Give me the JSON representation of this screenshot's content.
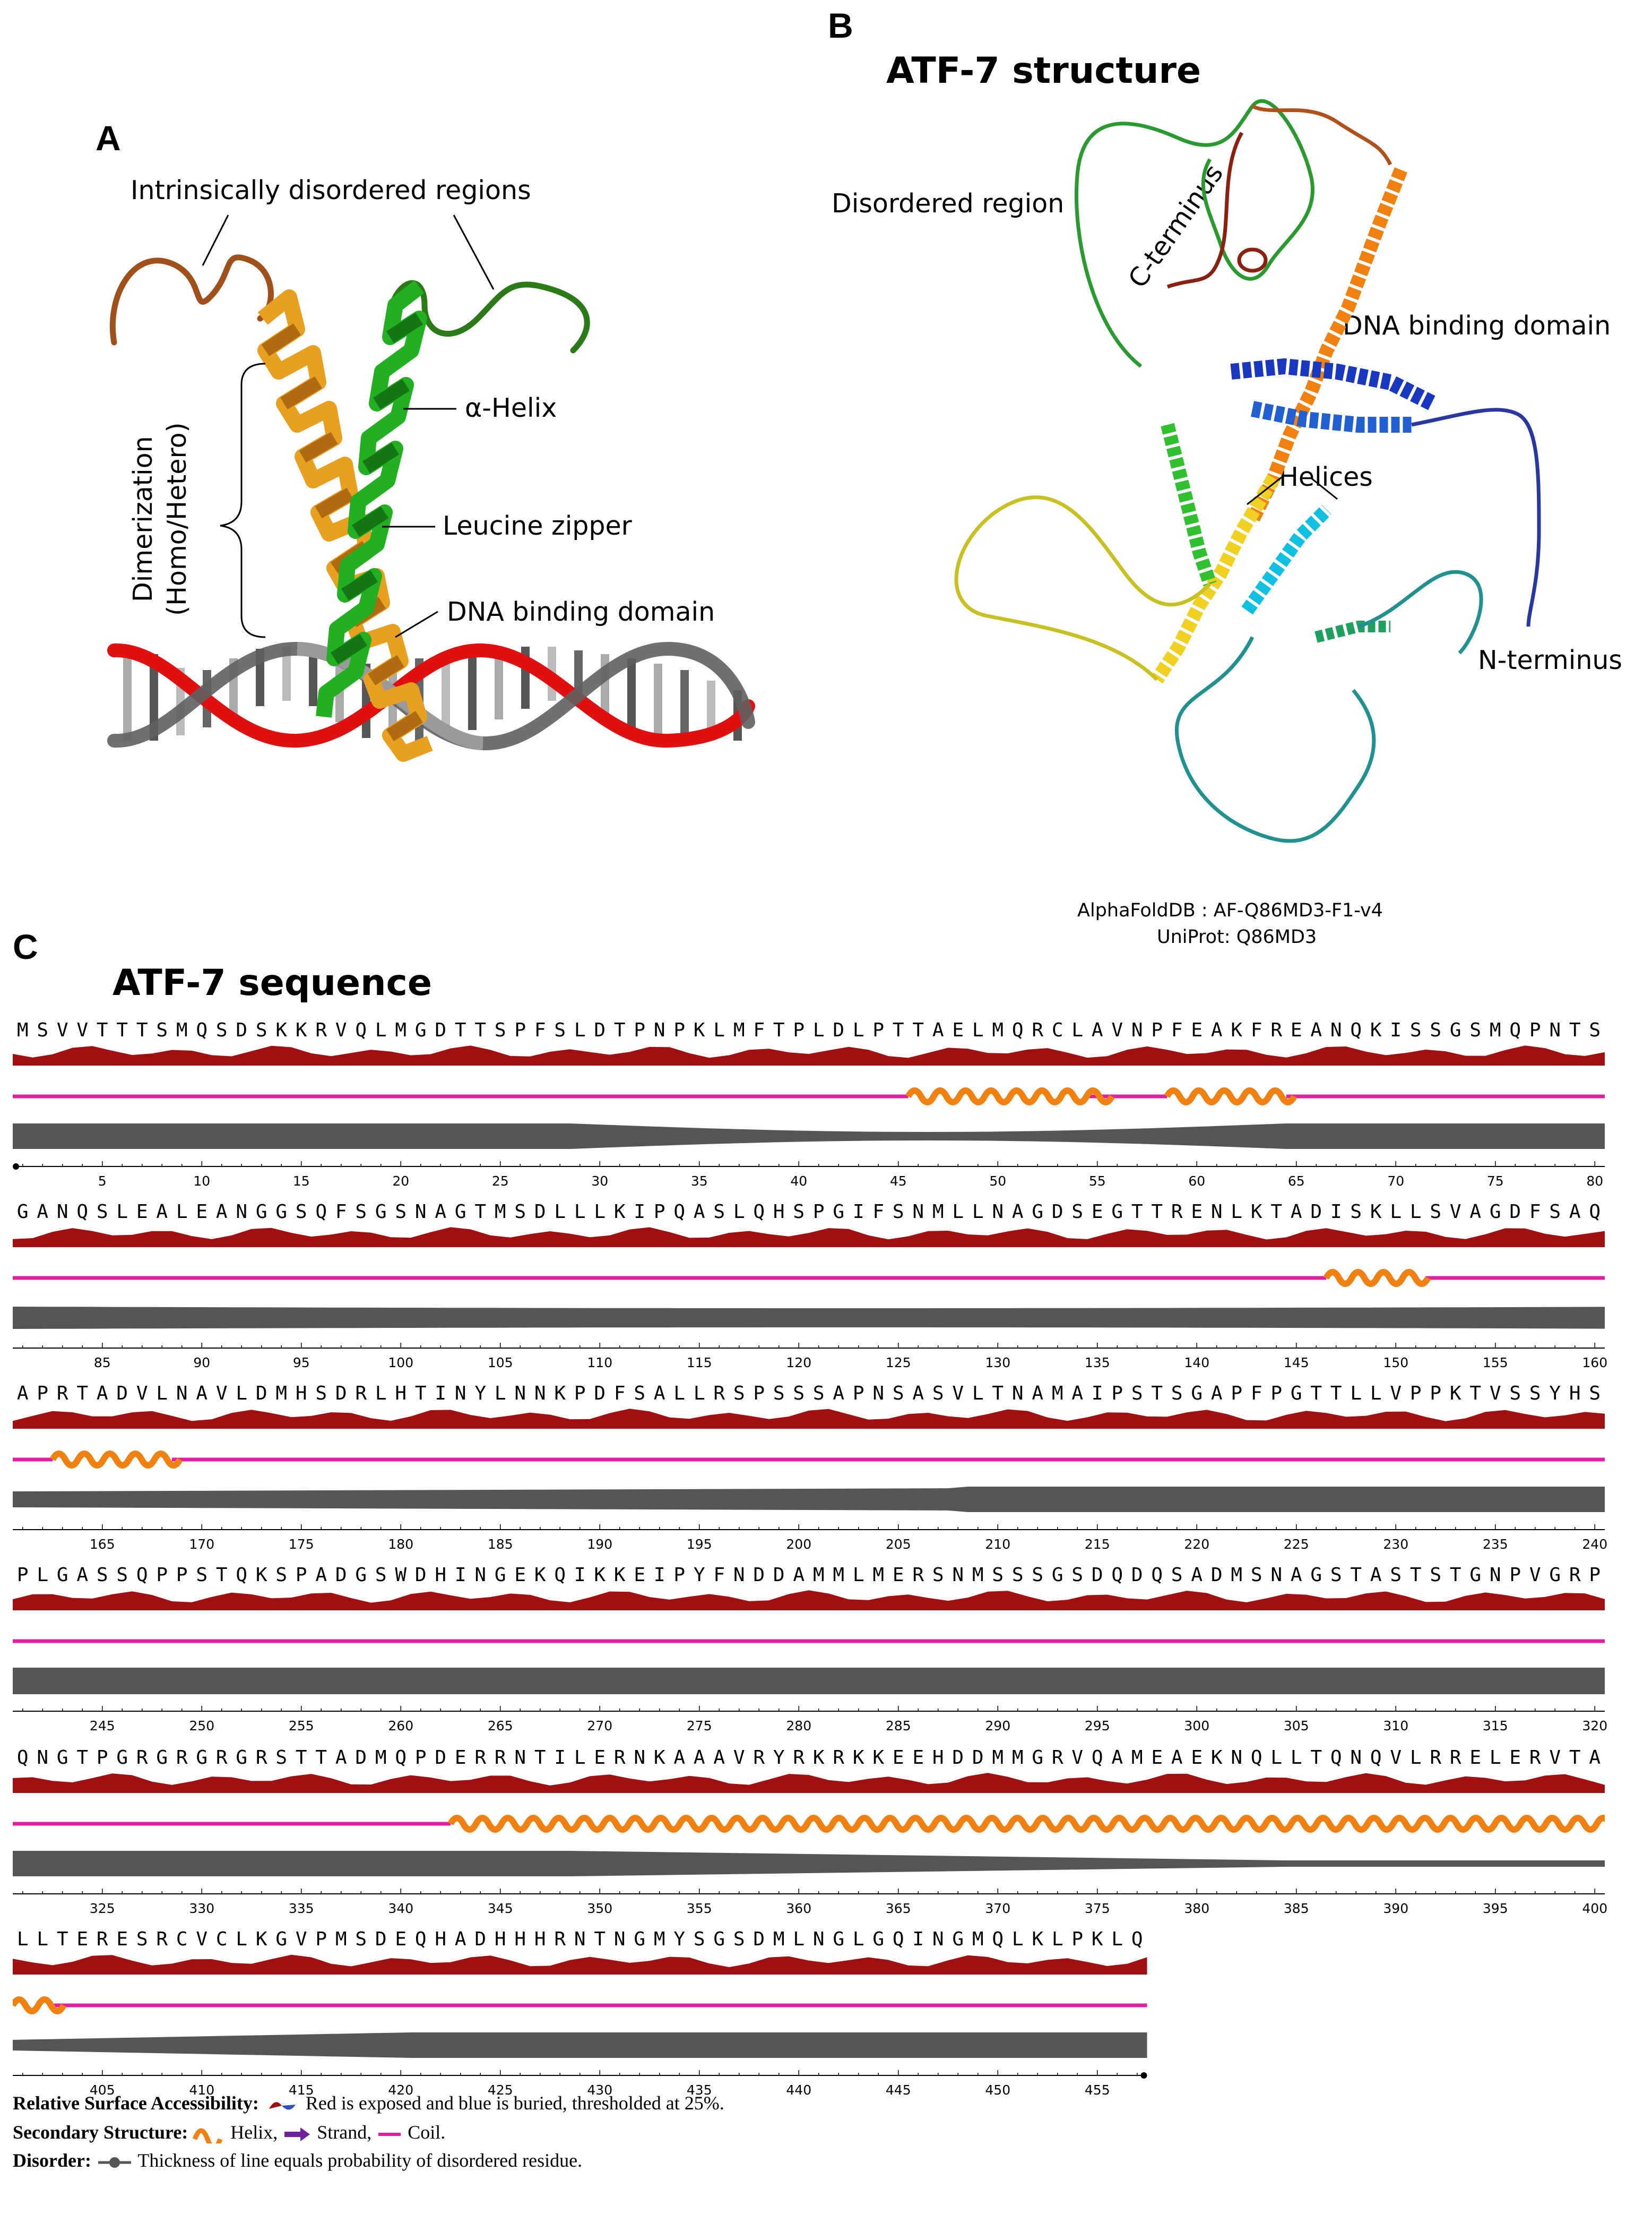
{
  "panel_a": {
    "letter": "A",
    "labels": {
      "idr": "Intrinsically disordered regions",
      "dimerization_line1": "Dimerization",
      "dimerization_line2": "(Homo/Hetero)",
      "helix": "α-Helix",
      "zipper": "Leucine zipper",
      "dbd": "DNA binding domain"
    },
    "colors": {
      "monomer1": "#e8a020",
      "monomer2": "#22b022",
      "disorder1": "#a0501a",
      "disorder2": "#2a7a18",
      "dna_red": "#e01010",
      "dna_grey": "#555555"
    }
  },
  "panel_b": {
    "letter": "B",
    "title": "ATF-7 structure",
    "labels": {
      "disordered": "Disordered region",
      "cterm": "C-terminus",
      "dbd": "DNA binding domain",
      "helices": "Helices",
      "nterm": "N-terminus"
    },
    "source_line1": "AlphaFoldDB : AF-Q86MD3-F1-v4",
    "source_line2": "UniProt: Q86MD3"
  },
  "panel_c": {
    "letter": "C",
    "title": "ATF-7 sequence",
    "rows": [
      {
        "seq": "MSVVTTTSMQSDSKKRVQLMGDTTSPFSLDTPNPKLMFTPLDLPTTAELMQRCLAVNPFEAKFREANQKISSGSMQPNTS",
        "ticks": [
          "5",
          "10",
          "15",
          "20",
          "25",
          "30",
          "35",
          "40",
          "45",
          "50",
          "55",
          "60",
          "65",
          "70",
          "75",
          "80"
        ],
        "helices": [
          [
            46,
            54
          ],
          [
            59,
            64
          ]
        ],
        "disorder_profile": "high_dip_mid",
        "start": 1
      },
      {
        "seq": "GANQSLEALEANGGSQFSGSNAGTMSDLLLKIPQASLQHSPGIFSNMLLNAGDSEGTTRENLKTADISKLLSVAGDFSAQ",
        "ticks": [
          "85",
          "90",
          "95",
          "100",
          "105",
          "110",
          "115",
          "120",
          "125",
          "130",
          "135",
          "140",
          "145",
          "150",
          "155",
          "160"
        ],
        "helices": [
          [
            147,
            151
          ]
        ],
        "disorder_profile": "high",
        "start": 81
      },
      {
        "seq": "APRTADVLNAVLDMHSDRLHTINYLNNKPDFSALLRSPSSSAPNSASVLTNAMAIPSTSGAPFPGTTLLVPPKTVSSYHS",
        "ticks": [
          "165",
          "170",
          "175",
          "180",
          "185",
          "190",
          "195",
          "200",
          "205",
          "210",
          "215",
          "220",
          "225",
          "230",
          "235",
          "240"
        ],
        "helices": [
          [
            163,
            168
          ]
        ],
        "disorder_profile": "rise",
        "start": 161
      },
      {
        "seq": "PLGASSQPPSTQKSPADGSWDHINGEKQIKKEIPYFNDDAMMLMERSNMSSSGSDQDQSADMSNAGSTASTSTGNPVGRP",
        "ticks": [
          "245",
          "250",
          "255",
          "260",
          "265",
          "270",
          "275",
          "280",
          "285",
          "290",
          "295",
          "300",
          "305",
          "310",
          "315",
          "320"
        ],
        "helices": [],
        "disorder_profile": "full",
        "start": 241
      },
      {
        "seq": "QNGTPGRGRGRGRSTTADMQPDERRNTILERNKAAAVRYRKRKKEEHDDMMGRVQAMEAEKNQLLTQNQVLRRELERVTA",
        "ticks": [
          "325",
          "330",
          "335",
          "340",
          "345",
          "350",
          "355",
          "360",
          "365",
          "370",
          "375",
          "380",
          "385",
          "390",
          "395",
          "400"
        ],
        "helices": [
          [
            343,
            400
          ]
        ],
        "disorder_profile": "fall",
        "start": 321
      },
      {
        "seq": "LLTERESRCVCLKGVPMSDEQHADHHHRNTNGMYSGSDMLNGLGQINGMQLKLPKLQ",
        "ticks": [
          "405",
          "410",
          "415",
          "420",
          "425",
          "430",
          "435",
          "440",
          "445",
          "450",
          "455"
        ],
        "helices": [
          [
            401,
            402
          ]
        ],
        "disorder_profile": "rise_full",
        "start": 401
      }
    ],
    "legend": {
      "rsa_label": "Relative Surface Accessibility:",
      "rsa_text": "Red is exposed and blue is buried, thresholded at 25%.",
      "ss_label": "Secondary Structure:",
      "ss_helix": "Helix,",
      "ss_strand": "Strand,",
      "ss_coil": "Coil.",
      "dis_label": "Disorder:",
      "dis_text": "Thickness of line equals probability of disordered residue."
    },
    "colors": {
      "exposed": "#a01010",
      "buried": "#3050c0",
      "coil": "#e020a0",
      "helix_orange": "#f08010",
      "helix_yellow": "#f8c020",
      "strand": "#7020a0",
      "disorder": "#555555"
    }
  }
}
